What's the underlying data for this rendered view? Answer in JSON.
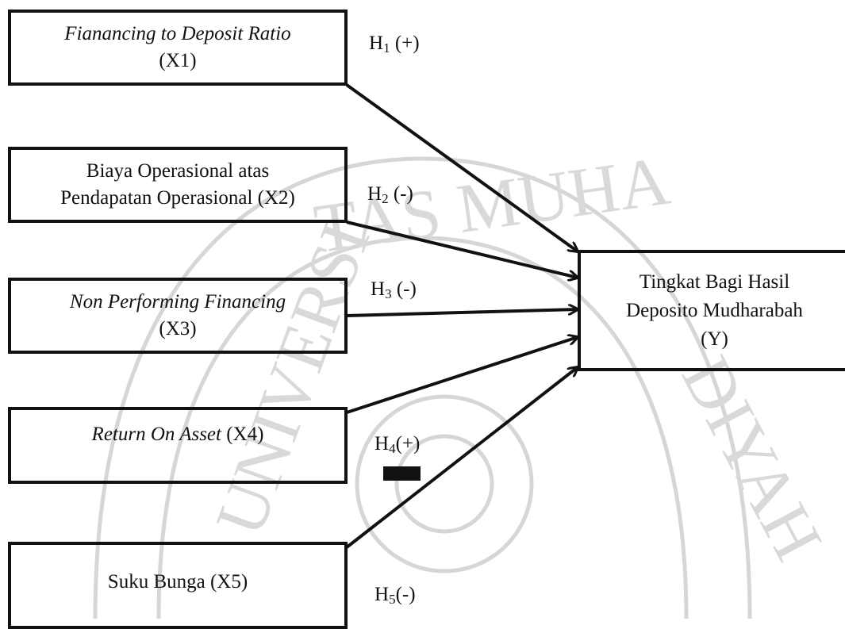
{
  "watermark": {
    "text_top": "TAS MUHA",
    "text_left": "UNIVERSI",
    "text_right": "DIYAH",
    "color": "#d6d6d6"
  },
  "variables": {
    "x1": {
      "name": "Fianancing to Deposit Ratio",
      "code": "(X1)"
    },
    "x2": {
      "line1": "Biaya Operasional atas",
      "line2": "Pendapatan Operasional (X2)"
    },
    "x3": {
      "name": "Non Performing Financing",
      "code": "(X3)"
    },
    "x4": {
      "name": "Return On Asset",
      "code": " (X4)"
    },
    "x5": {
      "name": "Suku Bunga (X5)"
    },
    "y": {
      "line1": "Tingkat Bagi Hasil",
      "line2": "Deposito Mudharabah",
      "line3": "(Y)"
    }
  },
  "hypotheses": {
    "h1": {
      "letter": "H",
      "sub": "1",
      "sign": " (+)"
    },
    "h2": {
      "letter": "H",
      "sub": "2",
      "sign": " (-)"
    },
    "h3": {
      "letter": "H",
      "sub": "3",
      "sign": " (-)"
    },
    "h4": {
      "letter": "H",
      "sub": "4",
      "sign": "(+)"
    },
    "h5": {
      "letter": "H",
      "sub": "5",
      "sign": "(-)"
    }
  }
}
